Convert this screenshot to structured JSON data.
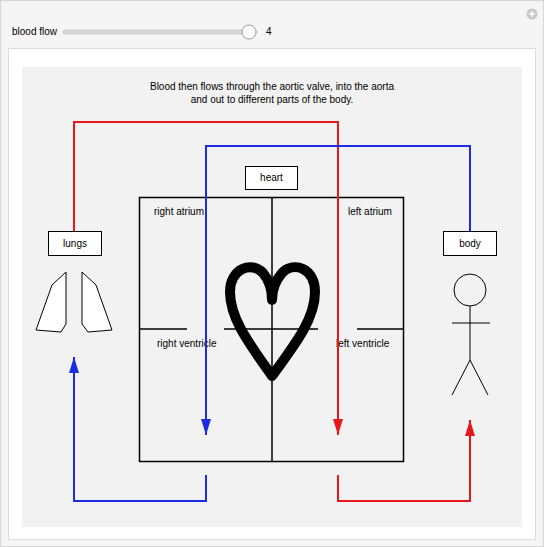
{
  "diagram": {
    "nodes": [
      {
        "text": [
          "heart"
        ]
      },
      {
        "text": [
          "lungs"
        ]
      },
      {
        "text": [
          "body"
        ]
      },
      {
        "text": [
          "right atrium"
        ]
      },
      {
        "text": [
          "left atrium"
        ]
      },
      {
        "text": [
          "right ventricle"
        ]
      },
      {
        "text": [
          "left ventricle"
        ]
      }
    ],
    "edges": [
      {
        "from": 1,
        "to": 6,
        "arrow": "to"
      },
      {
        "from": 2,
        "to": 5,
        "arrow": "to"
      },
      {
        "from": 5,
        "to": 1,
        "arrow": "to"
      },
      {
        "from": 6,
        "to": 2,
        "arrow": "to"
      }
    ],
    "labels": [
      "blood flow",
      "4",
      "Blood then flows through the aortic valve, into the aorta and out to different parts of the body."
    ]
  }
}
